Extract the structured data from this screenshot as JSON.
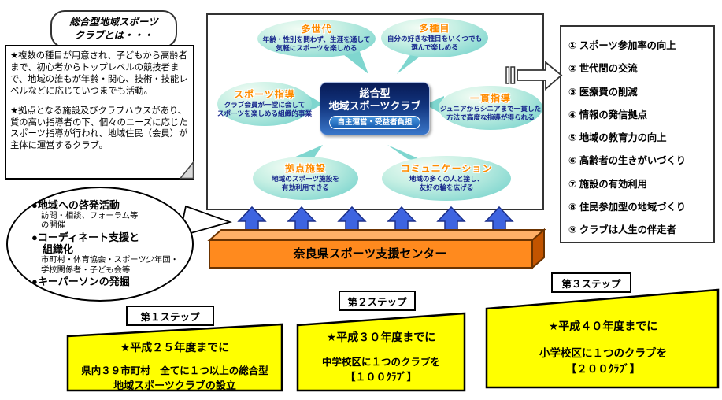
{
  "intro_bubble": {
    "line1": "総合型地域スポーツ",
    "line2": "クラブとは・・・"
  },
  "definition_box": {
    "para1": "★複数の種目が用意され、子どもから高齢者まで、初心者からトップレベルの競技者まで、地域の誰もが年齢・関心、技術・技能レベルなどに応じていつまでも活動。",
    "para2": "★拠点となる施設及びクラブハウスがあり、質の高い指導者の下、個々のニーズに応じたスポーツ指導が行われ、地域住民（会員）が主体に運営するクラブ。"
  },
  "callout": {
    "item1_title": "●地域への啓発活動",
    "item1_sub1": "訪問・相談、フォーラム等",
    "item1_sub2": "の開催",
    "item2_title1": "●コーディネート支援と",
    "item2_title2": "組織化",
    "item2_sub1": "市町村・体育協会・スポーツ少年団・",
    "item2_sub2": "学校関係者・子ども会等",
    "item3_title": "●キーパーソンの発掘"
  },
  "diagram": {
    "bubbles": {
      "tasedai": {
        "title": "多世代",
        "line1": "年齢・性別を問わず、生涯を通して",
        "line2": "気軽にスポーツを楽しめる"
      },
      "tashumoku": {
        "title": "多種目",
        "line1": "自分の好きな種目をいくつでも",
        "line2": "選んで楽しめる"
      },
      "shido": {
        "title": "スポーツ指導",
        "line1": "クラブ会員が一堂に会して",
        "line2": "スポーツを楽しめる組織的事業"
      },
      "ikkan": {
        "title": "一貫指導",
        "line1": "ジュニアからシニアまで一貫した",
        "line2": "方法で高度な指導が得られる"
      },
      "kyoten": {
        "title": "拠点施設",
        "line1": "地域のスポーツ施設を",
        "line2": "有効利用できる"
      },
      "comm": {
        "title": "コミュニケーション",
        "line1": "地域の多くの人と接し、",
        "line2": "友好の輪を広げる"
      }
    },
    "center_box": {
      "title1": "総合型",
      "title2": "地域スポーツクラブ",
      "badge": "自主運営・受益者負担"
    }
  },
  "benefits": {
    "items": [
      "① スポーツ参加率の向上",
      "② 世代間の交流",
      "③ 医療費の削減",
      "④ 情報の発信拠点",
      "⑤ 地域の教育力の向上",
      "⑥ 高齢者の生きがいづくり",
      "⑦ 施設の有効利用",
      "⑧ 住民参加型の地域づくり",
      "⑨ クラブは人生の伴走者"
    ]
  },
  "support_bar": {
    "label": "奈良県スポーツ支援センター"
  },
  "steps": [
    {
      "label": "第１ステップ",
      "line1": "★平成２５年度までに",
      "line2": "県内３９市町村　全てに１つ以上の総合型",
      "line3": "地域スポーツクラブの設立"
    },
    {
      "label": "第２ステップ",
      "line1": "★平成３０年度までに",
      "line2": "中学校区に１つのクラブを",
      "line3": "【１００ｸﾗﾌﾞ】"
    },
    {
      "label": "第３ステップ",
      "line1": "★平成４０年度までに",
      "line2": "小学校区に１つのクラブを",
      "line3": "【２００ｸﾗﾌﾞ】"
    }
  ],
  "colors": {
    "bubble_teal": "#7fd6cf",
    "title_orange": "#ff8c00",
    "center_navy": "#12357f",
    "arrow_blue": "#3e64e0",
    "bar_orange": "#ff8a1e",
    "step_yellow": "#ffff00"
  }
}
